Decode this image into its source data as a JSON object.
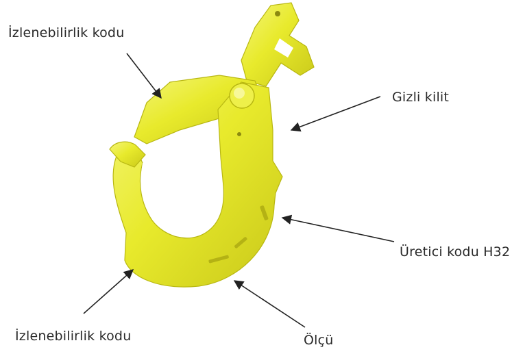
{
  "labels": {
    "traceability_top": "İzlenebilirlik kodu",
    "hidden_lock": "Gizli kilit",
    "manufacturer_code": "Üretici kodu H32",
    "traceability_bottom": "İzlenebilirlik kodu",
    "size": "Ölçü"
  },
  "colors": {
    "hook_body": "#e8ea2c",
    "hook_shadow": "#c9c81a",
    "hook_highlight": "#f4f57a",
    "arrow": "#222222",
    "text": "#2a2a2a"
  },
  "icons": {
    "main_image": "safety-hook",
    "pointer": "arrow-pointer"
  }
}
